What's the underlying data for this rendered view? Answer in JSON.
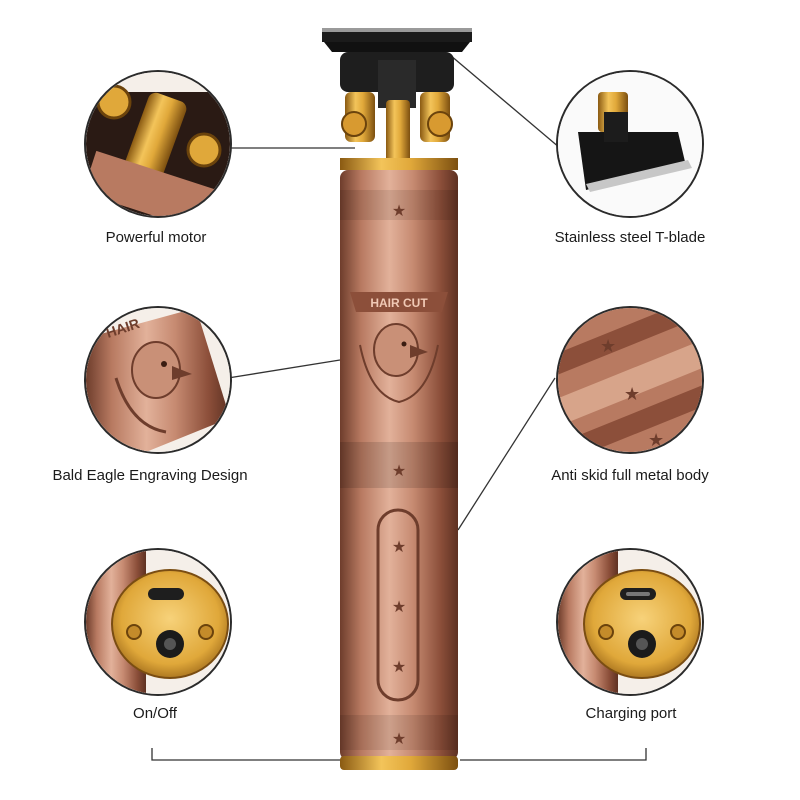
{
  "features": {
    "motor": "Powerful motor",
    "blade": "Stainless steel T-blade",
    "engraving": "Bald Eagle Engraving Design",
    "body": "Anti skid full metal body",
    "switch": "On/Off",
    "port": "Charging port"
  },
  "engraving_text": "HAIR CUT",
  "colors": {
    "copper_light": "#d7a48a",
    "copper_mid": "#b87a61",
    "copper_dark": "#6e3d2c",
    "gold": "#e0a83a",
    "blade_black": "#151515",
    "line": "#333333"
  }
}
